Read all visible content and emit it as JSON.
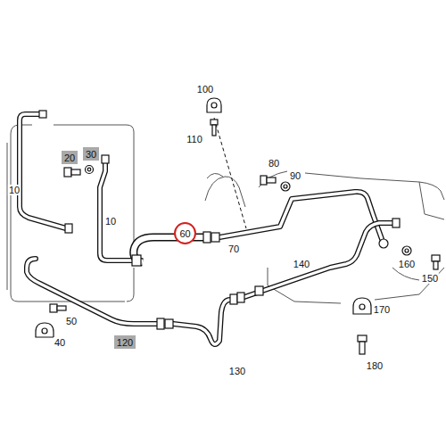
{
  "diagram": {
    "nodes": [
      {
        "text": [
          "20"
        ]
      },
      {
        "text": [
          "30"
        ]
      },
      {
        "text": [
          "60"
        ]
      },
      {
        "text": [
          "120"
        ]
      }
    ],
    "labels": [
      "10",
      "100",
      "110",
      "80",
      "90",
      "10",
      "70",
      "140",
      "160",
      "150",
      "170",
      "180",
      "50",
      "40",
      "130"
    ]
  }
}
